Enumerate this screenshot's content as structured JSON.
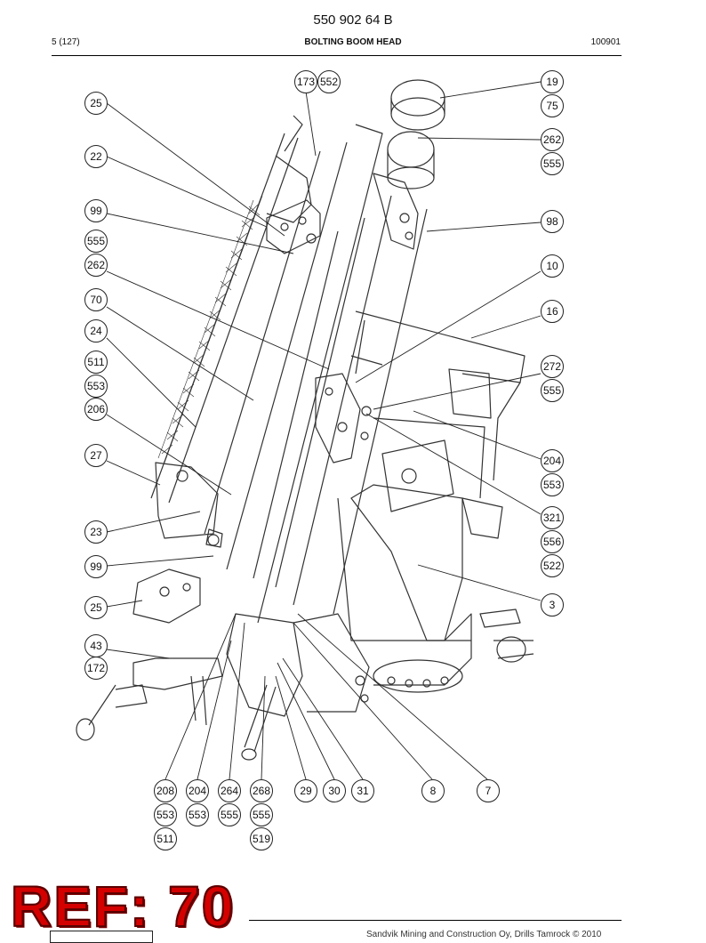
{
  "header": {
    "doc_number": "550 902 64 B",
    "page": "5 (127)",
    "title": "BOLTING BOOM HEAD",
    "code": "100901"
  },
  "callouts": {
    "c173": "173",
    "c552": "552",
    "c19": "19",
    "c75": "75",
    "c25a": "25",
    "c262a": "262",
    "c555a": "555",
    "c22": "22",
    "c99a": "99",
    "c555b": "555",
    "c98": "98",
    "c262b": "262",
    "c10": "10",
    "c70": "70",
    "c16": "16",
    "c24": "24",
    "c511a": "511",
    "c553a": "553",
    "c272": "272",
    "c555c": "555",
    "c206": "206",
    "c27": "27",
    "c204a": "204",
    "c553b": "553",
    "c321": "321",
    "c556": "556",
    "c522": "522",
    "c23": "23",
    "c99b": "99",
    "c3": "3",
    "c25b": "25",
    "c43": "43",
    "c172": "172",
    "c208": "208",
    "c204b": "204",
    "c264": "264",
    "c268": "268",
    "c29": "29",
    "c30": "30",
    "c31": "31",
    "c8": "8",
    "c7": "7",
    "c553c": "553",
    "c553d": "553",
    "c555d": "555",
    "c555e": "555",
    "c511b": "511",
    "c519": "519"
  },
  "stamp": {
    "text": "REF: 70"
  },
  "footer": {
    "company": "Sandvik Mining and Construction Oy, Drills Tamrock © 2010"
  }
}
